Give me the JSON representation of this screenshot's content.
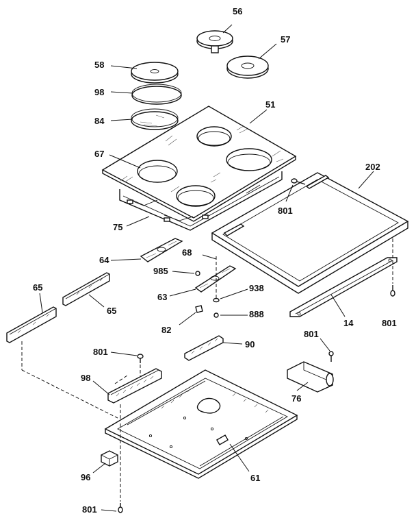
{
  "labels": {
    "p56": "56",
    "p57": "57",
    "p58": "58",
    "p98a": "98",
    "p84": "84",
    "p51": "51",
    "p67": "67",
    "p75": "75",
    "p202": "202",
    "p801a": "801",
    "p64": "64",
    "p68": "68",
    "p985": "985",
    "p938": "938",
    "p63": "63",
    "p888": "888",
    "p82": "82",
    "p65a": "65",
    "p65b": "65",
    "p14": "14",
    "p801b": "801",
    "p801c": "801",
    "p801d": "801",
    "p90": "90",
    "p98b": "98",
    "p76": "76",
    "p61": "61",
    "p96": "96",
    "p801e": "801"
  }
}
